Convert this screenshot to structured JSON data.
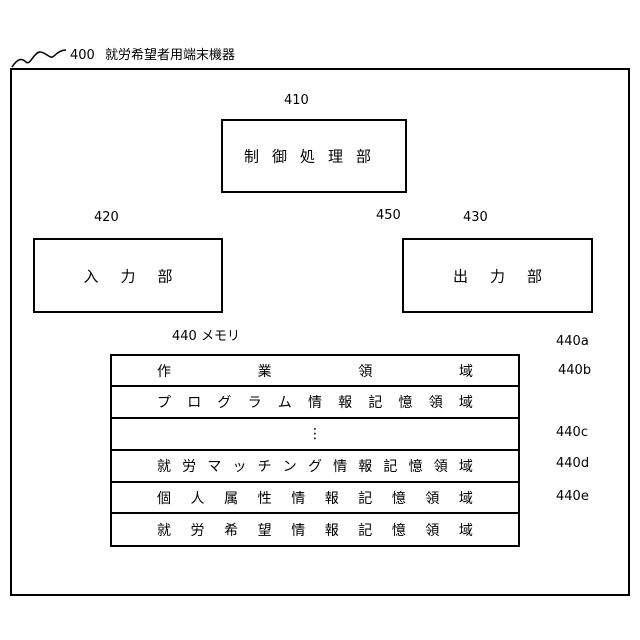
{
  "device": {
    "number": "400",
    "name": "就労希望者用端末機器"
  },
  "control": {
    "number": "410",
    "label": "制御処理部"
  },
  "input": {
    "number": "420",
    "label": "入力部"
  },
  "output": {
    "number": "430",
    "label": "出力部"
  },
  "bus": {
    "number": "450"
  },
  "memory": {
    "label": "440 メモリ",
    "rows": [
      {
        "id": "440a",
        "text": "作業領域"
      },
      {
        "id": "440b",
        "text": "プログラム情報記憶領域"
      },
      {
        "id": "",
        "text": "⋮"
      },
      {
        "id": "440c",
        "text": "就労マッチング情報記憶領域"
      },
      {
        "id": "440d",
        "text": "個人属性情報記憶領域"
      },
      {
        "id": "440e",
        "text": "就労希望情報記憶領域"
      }
    ]
  }
}
